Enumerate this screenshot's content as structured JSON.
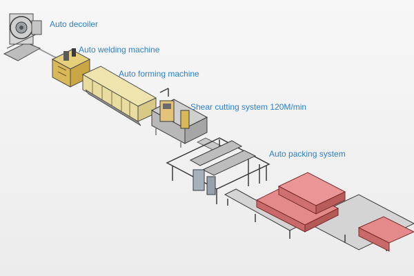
{
  "diagram": {
    "title": "",
    "labels": {
      "decoiler": "Auto decoiler",
      "welding": "Auto welding machine",
      "forming": "Auto forming machine",
      "shear": "Shear cutting system 120M/min",
      "packing": "Auto packing system"
    },
    "colors": {
      "label": "#2a7fd4",
      "frame": "#4a4a4a",
      "forming_body": "#e8dca0",
      "welding_body": "#d9b85a",
      "product_stack": "#e07a7a",
      "background": "#efefef"
    }
  }
}
